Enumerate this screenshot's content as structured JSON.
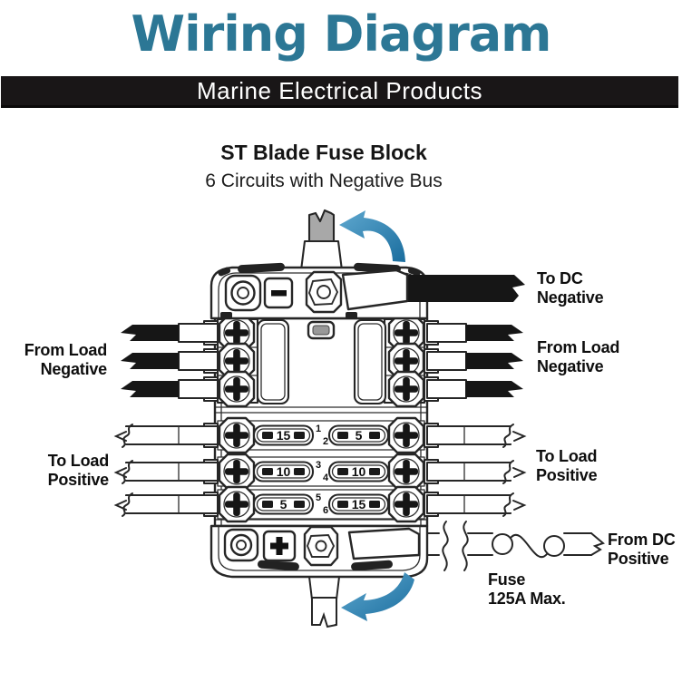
{
  "header": {
    "title": "Wiring Diagram",
    "banner": "Marine Electrical Products"
  },
  "product": {
    "name": "ST Blade Fuse Block",
    "subtitle": "6 Circuits with Negative Bus"
  },
  "labels": {
    "to_dc_negative": {
      "line1": "To DC",
      "line2": "Negative"
    },
    "from_load_negative_left": {
      "line1": "From Load",
      "line2": "Negative"
    },
    "from_load_negative_right": {
      "line1": "From Load",
      "line2": "Negative"
    },
    "to_load_positive_left": {
      "line1": "To Load",
      "line2": "Positive"
    },
    "to_load_positive_right": {
      "line1": "To Load",
      "line2": "Positive"
    },
    "from_dc_positive": {
      "line1": "From DC",
      "line2": "Positive"
    },
    "fuse_rating": {
      "line1": "Fuse",
      "line2": "125A Max."
    }
  },
  "fuses": [
    {
      "circuit": "1",
      "amps": "15"
    },
    {
      "circuit": "2",
      "amps": "5"
    },
    {
      "circuit": "3",
      "amps": "10"
    },
    {
      "circuit": "4",
      "amps": "10"
    },
    {
      "circuit": "5",
      "amps": "5"
    },
    {
      "circuit": "6",
      "amps": "15"
    }
  ],
  "icons": {
    "negative_terminal": "minus-icon",
    "positive_terminal": "plus-icon",
    "screw_terminal": "screw-cross-icon",
    "install_arrows": "curved-arrow-icon",
    "inline_fuse": "fuse-symbol-icon",
    "wire_break": "break-squiggle-icon"
  },
  "colors": {
    "title_teal": "#2c7795",
    "banner_bg": "#191617",
    "banner_text": "#ffffff",
    "arrow_blue_light": "#5fa8cf",
    "arrow_blue_dark": "#1a6d9e",
    "wire_black": "#161616",
    "wire_gray": "#a8a8a8",
    "outline": "#262626"
  }
}
